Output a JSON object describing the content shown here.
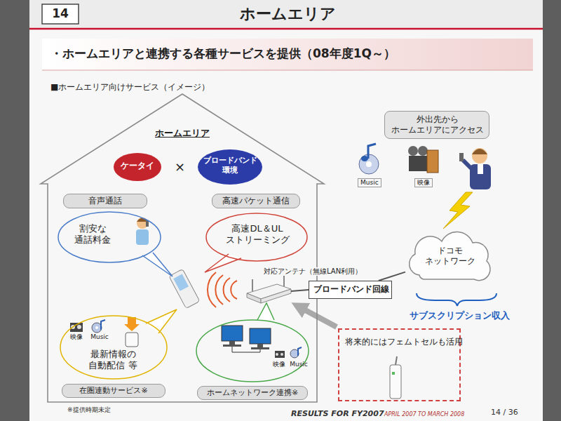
{
  "diagram": {
    "title": "ホームエリア",
    "nodes": [
      {
        "text": [
          "ホームエリア"
        ]
      },
      {
        "text": [
          "ケータイ"
        ],
        "in": 0
      },
      {
        "text": [
          "ブロードバンド 環境"
        ],
        "in": 0
      },
      {
        "text": [
          "音声通話",
          "割安な 通話料金"
        ],
        "in": 0
      },
      {
        "text": [
          "高速パケット通信",
          "高速DL＆UL ストリーミング"
        ],
        "in": 0
      },
      {
        "text": [
          "映像",
          "Music",
          "最新情報の 自動配信 等",
          "在圏連動サービス※"
        ],
        "in": 0
      },
      {
        "text": [
          "映像",
          "Music",
          "ホームネットワーク連携※"
        ],
        "in": 0
      },
      {
        "text": [
          "外出先から ホームエリアにアクセス"
        ]
      },
      {
        "text": [
          "ドコモ ネットワーク"
        ]
      },
      {
        "text": [
          "ブロードバンド回線"
        ]
      },
      {
        "text": [
          "将来的にはフェムトセルも活用"
        ]
      }
    ],
    "edges": [
      {
        "from": 9,
        "to": 8,
        "arrow": "none"
      }
    ],
    "labels": [
      "14",
      "・ホームエリアと連携する各種サービスを提供（08年度1Q～）",
      "■ホームエリア向けサービス（イメージ）",
      "×",
      "対応アンテナ（無線LAN利用）",
      "Music",
      "映像",
      "サブスクリプション収入",
      "※提供時期未定",
      "RESULTS FOR FY2007",
      "APRIL 2007 TO MARCH 2008",
      "14 / 36"
    ]
  }
}
